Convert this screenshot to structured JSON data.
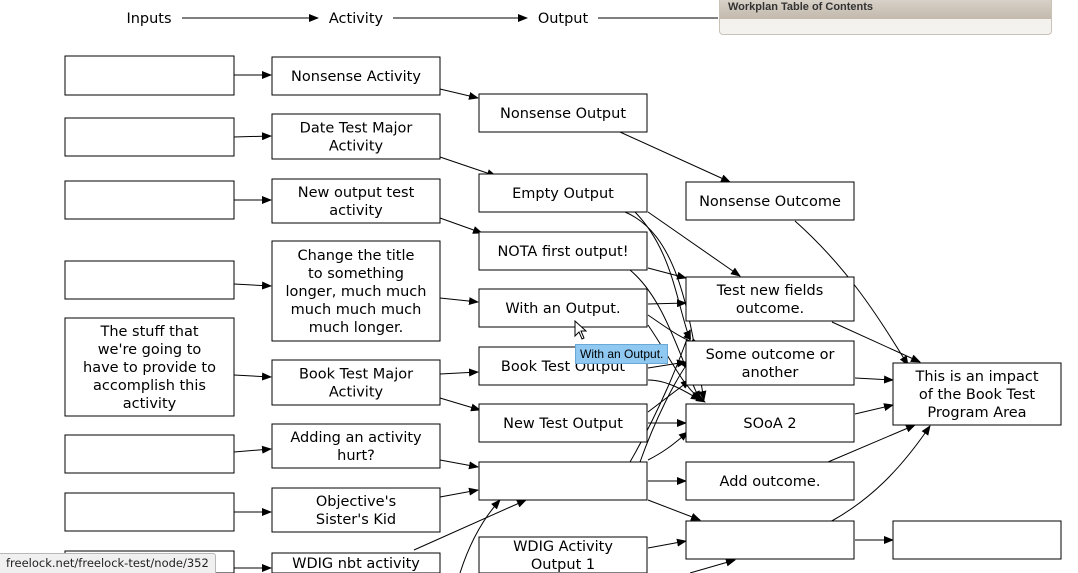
{
  "headers": [
    "Inputs",
    "Activity",
    "Output"
  ],
  "toc_title": "Workplan Table of Contents",
  "tooltip": "With an Output.",
  "status_url": "freelock.net/freelock-test/node/352",
  "inputs": [
    {
      "lines": []
    },
    {
      "lines": []
    },
    {
      "lines": []
    },
    {
      "lines": []
    },
    {
      "lines": [
        "The stuff that",
        "we're going to",
        "have to provide to",
        "accomplish this",
        "activity"
      ]
    },
    {
      "lines": []
    },
    {
      "lines": []
    },
    {
      "lines": []
    }
  ],
  "activities": [
    {
      "lines": [
        "Nonsense Activity"
      ]
    },
    {
      "lines": [
        "Date Test Major",
        "Activity"
      ]
    },
    {
      "lines": [
        "New output test",
        "activity"
      ]
    },
    {
      "lines": [
        "Change the title",
        "to something",
        "longer, much much",
        "much much much",
        "much longer."
      ]
    },
    {
      "lines": [
        "Book Test Major",
        "Activity"
      ]
    },
    {
      "lines": [
        "Adding an activity",
        "hurt?"
      ]
    },
    {
      "lines": [
        "Objective's",
        "Sister's Kid"
      ]
    },
    {
      "lines": [
        "WDIG nbt activity"
      ]
    }
  ],
  "outputs": [
    {
      "lines": [
        "Nonsense Output"
      ]
    },
    {
      "lines": [
        "Empty Output"
      ]
    },
    {
      "lines": [
        "NOTA first output!"
      ]
    },
    {
      "lines": [
        "With an Output."
      ]
    },
    {
      "lines": [
        "Book Test Output"
      ]
    },
    {
      "lines": [
        "New Test Output"
      ]
    },
    {
      "lines": []
    },
    {
      "lines": [
        "WDIG Activity",
        "Output 1"
      ]
    }
  ],
  "outcomes": [
    {
      "lines": [
        "Nonsense Outcome"
      ]
    },
    {
      "lines": [
        "Test new fields",
        "outcome."
      ]
    },
    {
      "lines": [
        "Some outcome or",
        "another"
      ]
    },
    {
      "lines": [
        "SOoA 2"
      ]
    },
    {
      "lines": [
        "Add outcome."
      ]
    },
    {
      "lines": []
    }
  ],
  "impacts": [
    {
      "lines": [
        "This is an impact",
        "of the Book Test",
        "Program Area"
      ]
    },
    {
      "lines": []
    }
  ]
}
